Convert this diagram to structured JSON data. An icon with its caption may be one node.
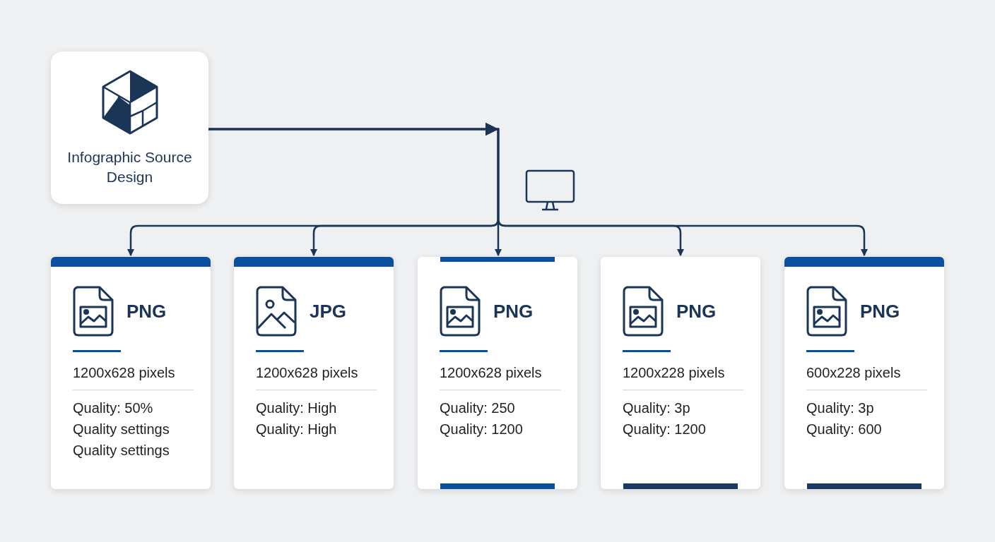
{
  "diagram": {
    "nodes": [
      {
        "text": [
          "Infographic Source Design"
        ]
      },
      {
        "text": [
          "PNG",
          "1200x628 pixels",
          "Quality: 50%",
          "Quality settings",
          "Quality settings"
        ]
      },
      {
        "text": [
          "JPG",
          "1200x628 pixels",
          "Quality: High",
          "Quality: High"
        ]
      },
      {
        "text": [
          "PNG",
          "1200x628 pixels",
          "Quality: 250",
          "Quality: 1200"
        ]
      },
      {
        "text": [
          "PNG",
          "1200x228 pixels",
          "Quality: 3p",
          "Quality: 1200"
        ]
      },
      {
        "text": [
          "PNG",
          "600x228 pixels",
          "Quality: 3p",
          "Quality: 600"
        ]
      }
    ],
    "edges": [
      {
        "from": 0,
        "to": 1,
        "arrow": "to"
      },
      {
        "from": 0,
        "to": 2,
        "arrow": "to"
      },
      {
        "from": 0,
        "to": 3,
        "arrow": "to"
      },
      {
        "from": 0,
        "to": 4,
        "arrow": "to"
      },
      {
        "from": 0,
        "to": 5,
        "arrow": "to"
      }
    ]
  }
}
